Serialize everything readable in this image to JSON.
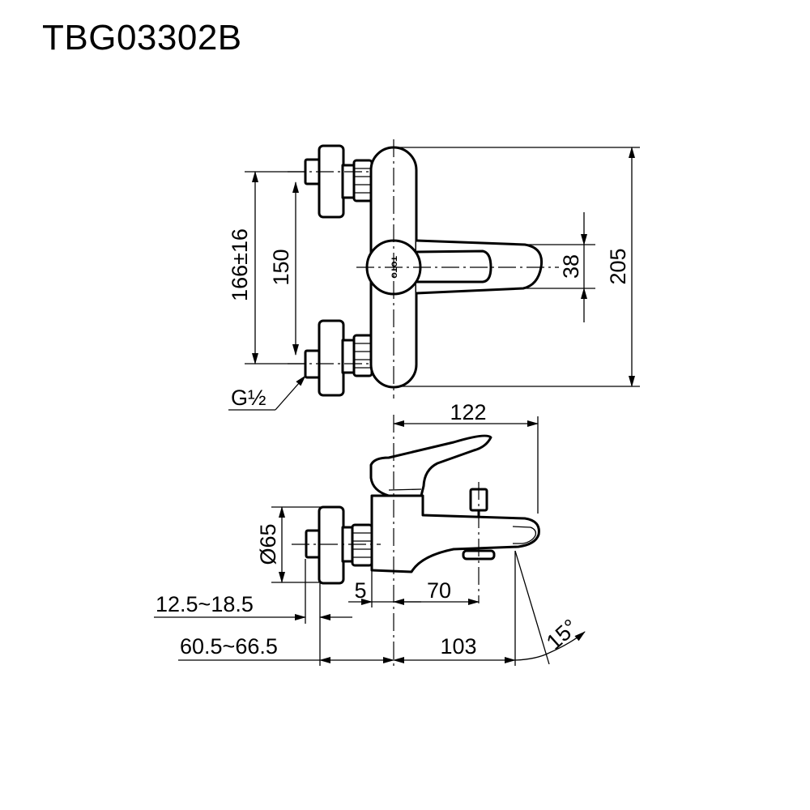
{
  "title": "TBG03302B",
  "dimensions": {
    "supply_range": "166±16",
    "center_distance": "150",
    "height_total": "205",
    "lever_width": "38",
    "thread": "G½",
    "depth_total": "122",
    "flange_diameter": "Ø65",
    "wall_gap": "5",
    "spout_offset": "70",
    "eccentric_range": "12.5~18.5",
    "projection_range": "60.5~66.5",
    "spout_reach": "103",
    "spout_angle": "15°"
  },
  "colors": {
    "line": "#000000",
    "background": "#ffffff"
  }
}
